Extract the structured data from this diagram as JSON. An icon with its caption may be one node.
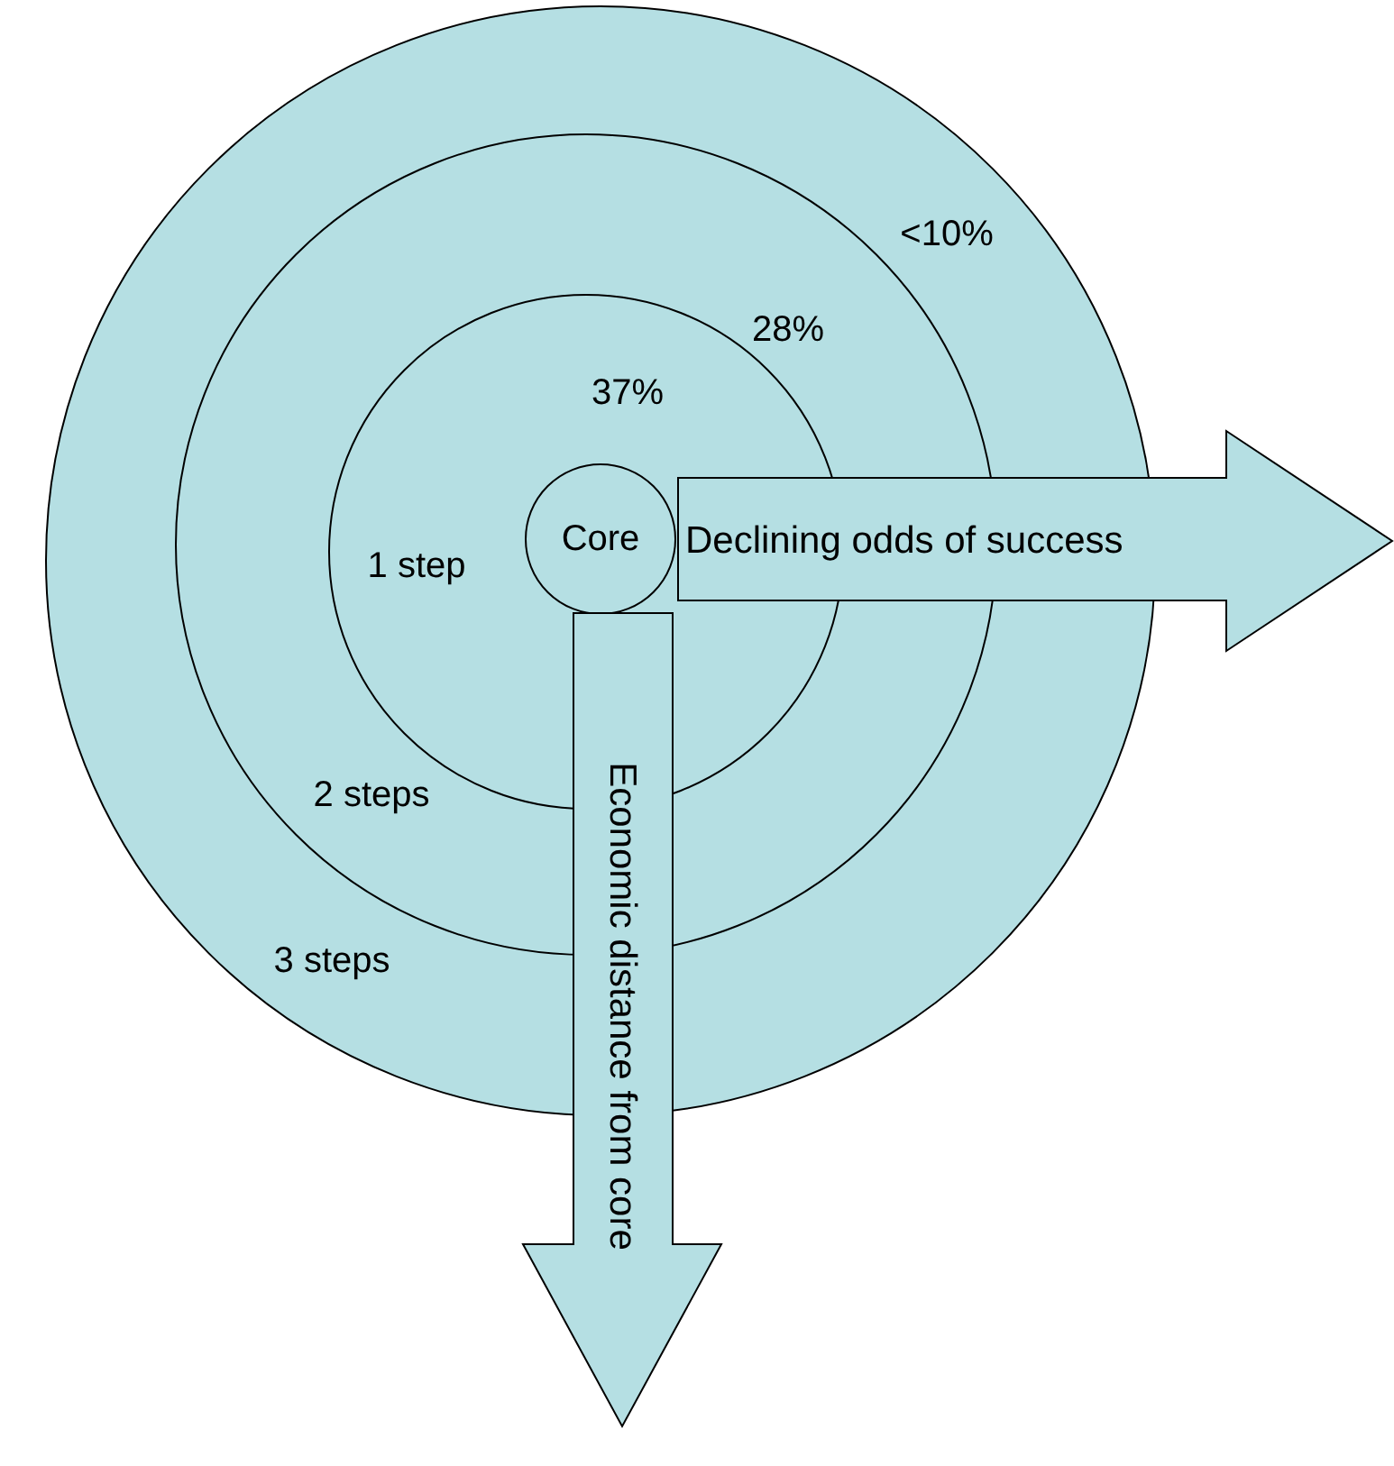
{
  "diagram": {
    "nodes": [
      {
        "text": [],
        "shape": "circle"
      },
      {
        "text": [],
        "shape": "circle",
        "in": 0
      },
      {
        "text": [],
        "shape": "circle",
        "in": 1
      },
      {
        "text": [
          "Core"
        ],
        "in": 2
      },
      {
        "text": [
          "Declining odds of success"
        ]
      },
      {
        "text": [
          "Economic distance from core"
        ]
      }
    ],
    "labels": [
      "<10%",
      "28%",
      "37%",
      "1 step",
      "2 steps",
      "3 steps"
    ]
  }
}
